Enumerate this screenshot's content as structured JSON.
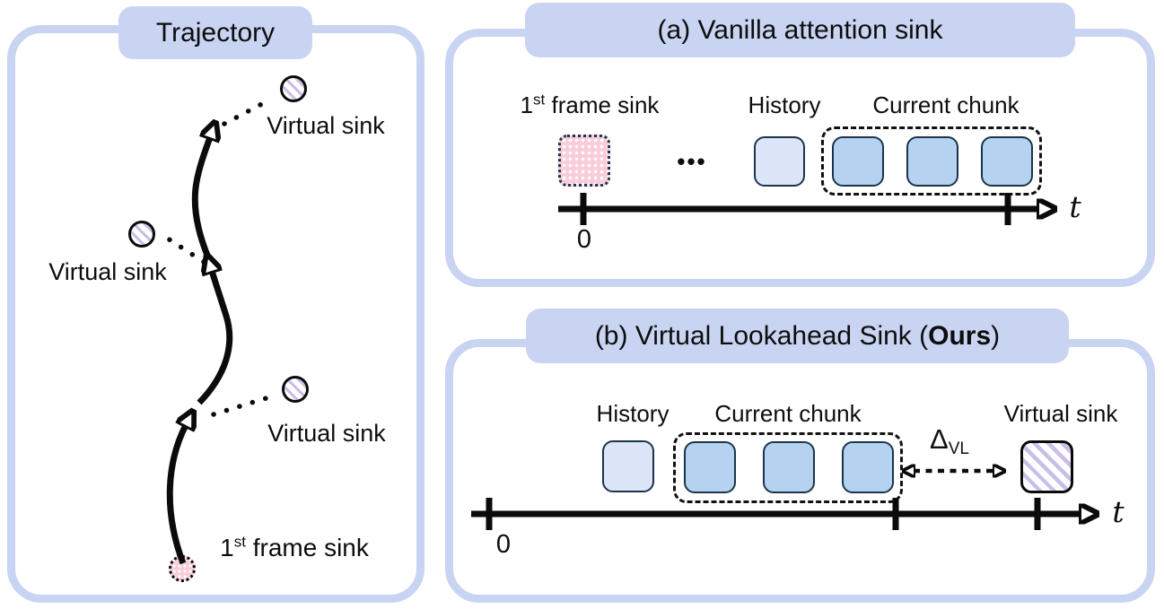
{
  "colors": {
    "panel": "#c8d4f1",
    "history_fill": "#dce6f8",
    "chunk_fill": "#b5d2f1",
    "box_border": "#1c3449",
    "pink": "#f9cdd9",
    "lavender": "#c9bfe8",
    "ink": "#0b0b0b"
  },
  "trajectory": {
    "title": "Trajectory",
    "sink_top": "Virtual sink",
    "sink_mid_left": "Virtual sink",
    "sink_mid_right": "Virtual sink",
    "first_frame": {
      "num": "1",
      "sup": "st",
      "rest": " frame sink"
    }
  },
  "panel_a": {
    "title": "(a) Vanilla attention sink",
    "first_frame": {
      "num": "1",
      "sup": "st",
      "rest": " frame sink"
    },
    "history_label": "History",
    "chunk_label": "Current chunk",
    "ellipsis": "•••",
    "zero": "0",
    "axis": "t"
  },
  "panel_b": {
    "title": {
      "pre": "(b) Virtual Lookahead Sink (",
      "bold": "Ours",
      "post": ")"
    },
    "history_label": "History",
    "chunk_label": "Current chunk",
    "virtual_sink_label": "Virtual sink",
    "delta": {
      "sym": "Δ",
      "sub": "VL"
    },
    "zero": "0",
    "axis": "t"
  }
}
